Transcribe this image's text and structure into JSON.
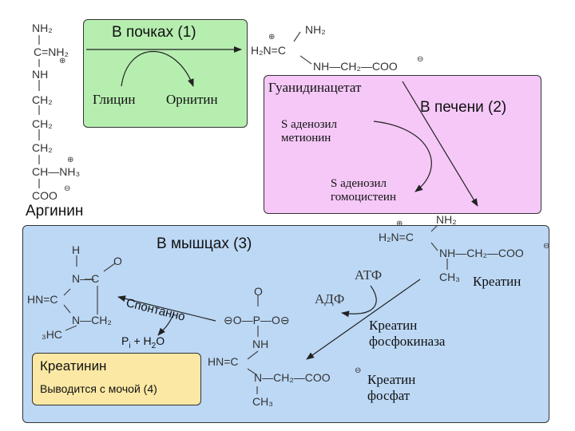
{
  "boxes": {
    "kidney": {
      "title": "В почках (1)",
      "color": "#b6eeb0",
      "in_label": "Глицин",
      "out_label": "Орнитин"
    },
    "liver": {
      "title": "В печени (2)",
      "color": "#f5c8f7",
      "top_label": "Гуанидинацетат",
      "in_label": "S аденозил\nметионин",
      "out_label": "S аденозил\nгомоцистеин"
    },
    "muscle": {
      "title": "В мышцах (3)",
      "color": "#bcd8f5",
      "atp": "АТФ",
      "adp": "АДФ",
      "enzyme": "Креатин\nфосфокиназа",
      "spontaneous": "Спонтанно"
    },
    "creatinine": {
      "color": "#fbe8a4",
      "name": "Креатинин",
      "note": "Выводится с мочой (4)"
    }
  },
  "molecules": {
    "arginine": "Аргинин",
    "creatine": "Креатин",
    "creatine_phosphate": "Креатин\nфосфат",
    "pi": "P",
    "pi_sub": "i",
    "plus_water": "+ H",
    "water_sub": "2",
    "water_o": "O"
  },
  "atoms": {
    "NH2": "NH₂",
    "NH": "NH",
    "CH2": "CH₂",
    "CH": "CH",
    "NH3": "NH₃",
    "COO": "COO",
    "H2N": "H₂N",
    "N": "N",
    "C": "C",
    "H": "H",
    "O": "O",
    "HN": "HN",
    "CH3": "CH₃",
    "H3C": "₃HC",
    "P": "P",
    "eq_NH2": "C=NH₂",
    "NH_CH2_COO": "NH—CH₂—COO",
    "N_CH2_COO": "N—CH₂—COO",
    "plus": "⊕",
    "minus": "⊖"
  }
}
